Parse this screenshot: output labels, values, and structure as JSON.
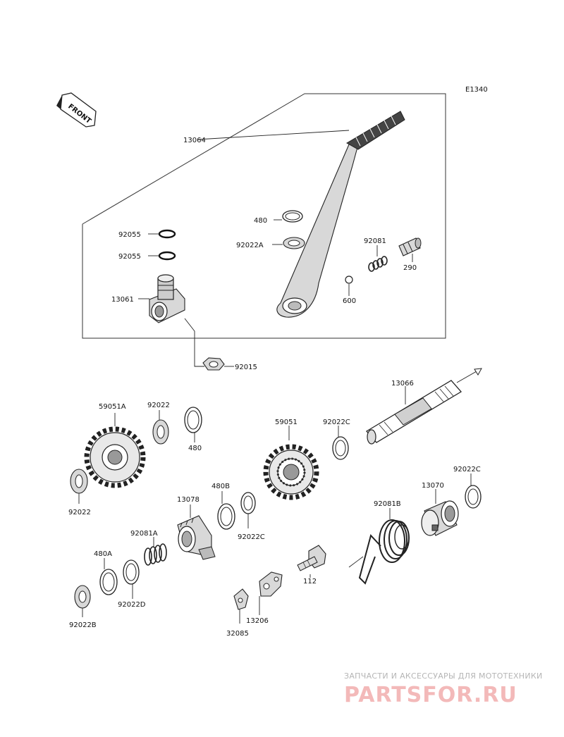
{
  "diagram_code": "E1340",
  "front_label": "FRONT",
  "parts": {
    "p13064": "13064",
    "p480_top": "480",
    "p92022A": "92022A",
    "p92055_a": "92055",
    "p92055_b": "92055",
    "p92081": "92081",
    "p290": "290",
    "p13061": "13061",
    "p600": "600",
    "p92015": "92015",
    "p13066": "13066",
    "p59051A": "59051A",
    "p92022_top": "92022",
    "p480_mid": "480",
    "p59051": "59051",
    "p92022C_a": "92022C",
    "p92022_left": "92022",
    "p480B": "480B",
    "p13078": "13078",
    "p92022C_b": "92022C",
    "p92022C_c": "92022C",
    "p13070": "13070",
    "p92081B": "92081B",
    "p92081A": "92081A",
    "p480A": "480A",
    "p92022D": "92022D",
    "p112": "112",
    "p92022B": "92022B",
    "p13206": "13206",
    "p32085": "32085"
  },
  "watermark": {
    "tagline": "ЗАПЧАСТИ И АКСЕССУАРЫ ДЛЯ МОТОТЕХНИКИ",
    "brand": "PARTSFOR.RU"
  }
}
